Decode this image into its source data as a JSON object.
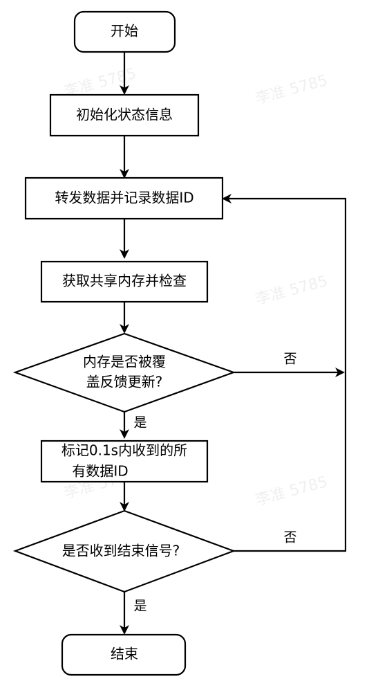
{
  "flowchart": {
    "nodes": {
      "start": "开始",
      "init": "初始化状态信息",
      "forward": "转发数据并记录数据ID",
      "shm": "获取共享内存并检查",
      "decision_mem": [
        "内存是否被覆",
        "盖反馈更新?"
      ],
      "mark": [
        "标记0.1s内收到的所",
        "有数据ID"
      ],
      "decision_end": "是否收到结束信号?",
      "end": "结束"
    },
    "edge_labels": {
      "mem_yes": "是",
      "mem_no": "否",
      "end_yes": "是",
      "end_no": "否"
    }
  },
  "watermark": "李准 5785"
}
